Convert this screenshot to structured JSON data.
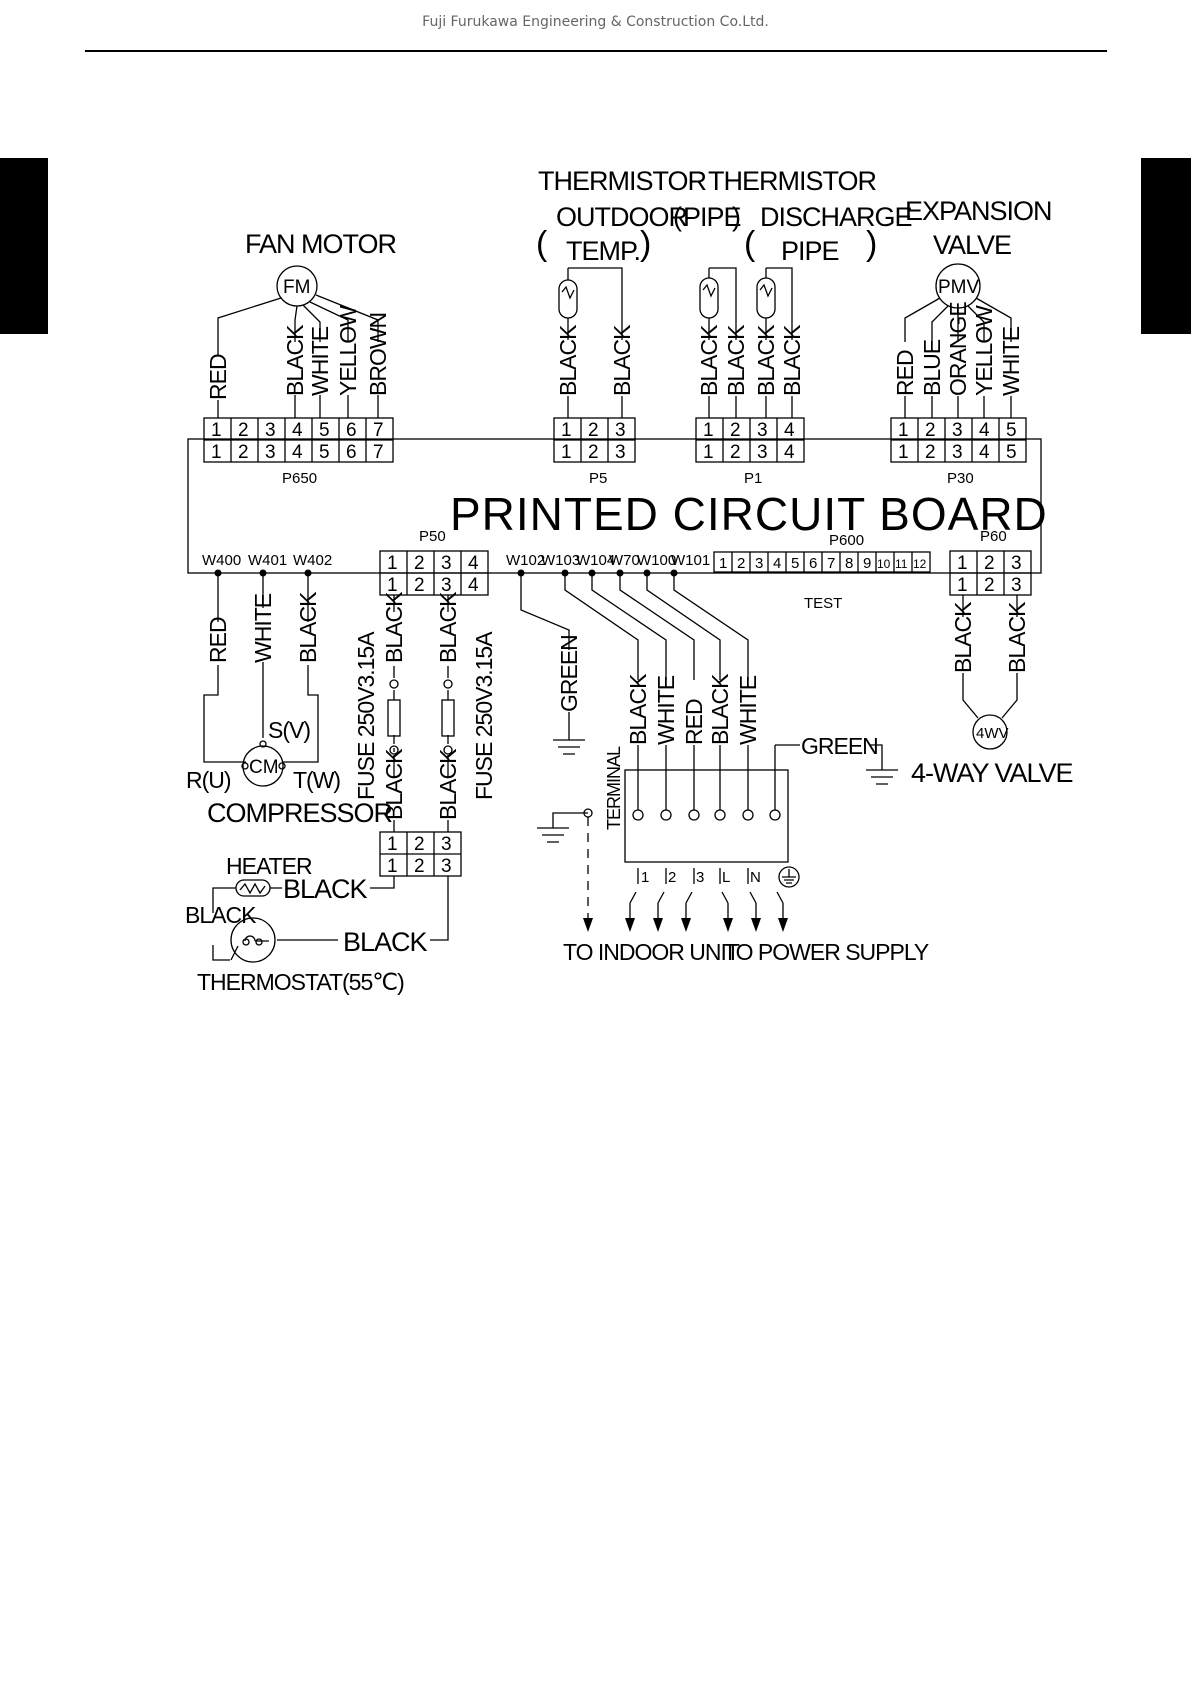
{
  "header": {
    "company": "Fuji Furukawa Engineering & Construction Co.Ltd."
  },
  "diagram": {
    "board_title": "PRINTED CIRCUIT BOARD",
    "fan_motor": {
      "title": "FAN MOTOR",
      "symbol": "FM",
      "connector": "P650",
      "pins": [
        "1",
        "2",
        "3",
        "4",
        "5",
        "6",
        "7"
      ],
      "wires": [
        "RED",
        "BLACK",
        "WHITE",
        "YELLOW",
        "BROWN"
      ]
    },
    "thermistor_outdoor": {
      "title": "THERMISTOR",
      "sub1": "OUTDOOR",
      "sub2": "TEMP.",
      "connector": "P5",
      "pins": [
        "1",
        "2",
        "3"
      ],
      "wires": [
        "BLACK",
        "BLACK"
      ]
    },
    "thermistor_pipe": {
      "title": "THERMISTOR",
      "sub_pipe": "PIPE",
      "sub_discharge": "DISCHARGE",
      "sub_discharge2": "PIPE",
      "connector": "P1",
      "pins": [
        "1",
        "2",
        "3",
        "4"
      ],
      "wires": [
        "BLACK",
        "BLACK",
        "BLACK",
        "BLACK"
      ]
    },
    "expansion_valve": {
      "title1": "EXPANSION",
      "title2": "VALVE",
      "symbol": "PMV",
      "connector": "P30",
      "pins": [
        "1",
        "2",
        "3",
        "4",
        "5"
      ],
      "wires": [
        "RED",
        "BLUE",
        "ORANGE",
        "YELLOW",
        "WHITE"
      ]
    },
    "p50": {
      "connector": "P50",
      "pins": [
        "1",
        "2",
        "3",
        "4"
      ]
    },
    "p600": {
      "connector": "P600",
      "pins": [
        "1",
        "2",
        "3",
        "4",
        "5",
        "6",
        "7",
        "8",
        "9",
        "10",
        "11",
        "12"
      ],
      "test": "TEST"
    },
    "p60": {
      "connector": "P60",
      "pins": [
        "1",
        "2",
        "3"
      ],
      "wires": [
        "BLACK",
        "BLACK"
      ]
    },
    "board_terminals": [
      "W400",
      "W401",
      "W402",
      "W102",
      "W103",
      "W104",
      "W70",
      "W100",
      "W101"
    ],
    "compressor": {
      "title": "COMPRESSOR",
      "symbol": "CM",
      "s": "S(V)",
      "r": "R(U)",
      "t": "T(W)",
      "wires": [
        "RED",
        "WHITE",
        "BLACK"
      ]
    },
    "fuses": {
      "wire": "BLACK",
      "label": "FUSE 250V3.15A"
    },
    "p_lower": {
      "pins": [
        "1",
        "2",
        "3"
      ]
    },
    "heater": {
      "title": "HEATER",
      "wire": "BLACK",
      "left_wire": "BLACK"
    },
    "thermostat": {
      "title": "THERMOSTAT(55℃)",
      "wire": "BLACK"
    },
    "ground_wire": "GREEN",
    "terminal": {
      "title": "TERMINAL",
      "wires": [
        "BLACK",
        "WHITE",
        "RED",
        "BLACK",
        "WHITE"
      ],
      "green": "GREEN",
      "marks": [
        "1",
        "2",
        "3",
        "L",
        "N"
      ]
    },
    "four_way_valve": {
      "symbol": "4WV",
      "title": "4-WAY VALVE"
    },
    "to_indoor": "TO INDOOR UNIT",
    "to_power": "TO POWER SUPPLY"
  }
}
